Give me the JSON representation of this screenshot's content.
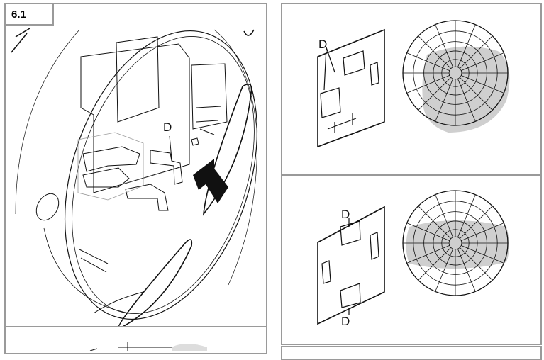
{
  "figure": {
    "step_label": "6.1",
    "main_callout": "D",
    "option_a": {
      "callout": "D"
    },
    "option_b": {
      "callout_top": "D",
      "callout_bottom": "D"
    }
  },
  "colors": {
    "border": "#9a9a9a",
    "shade": "#cfcfcf",
    "line": "#111111"
  }
}
